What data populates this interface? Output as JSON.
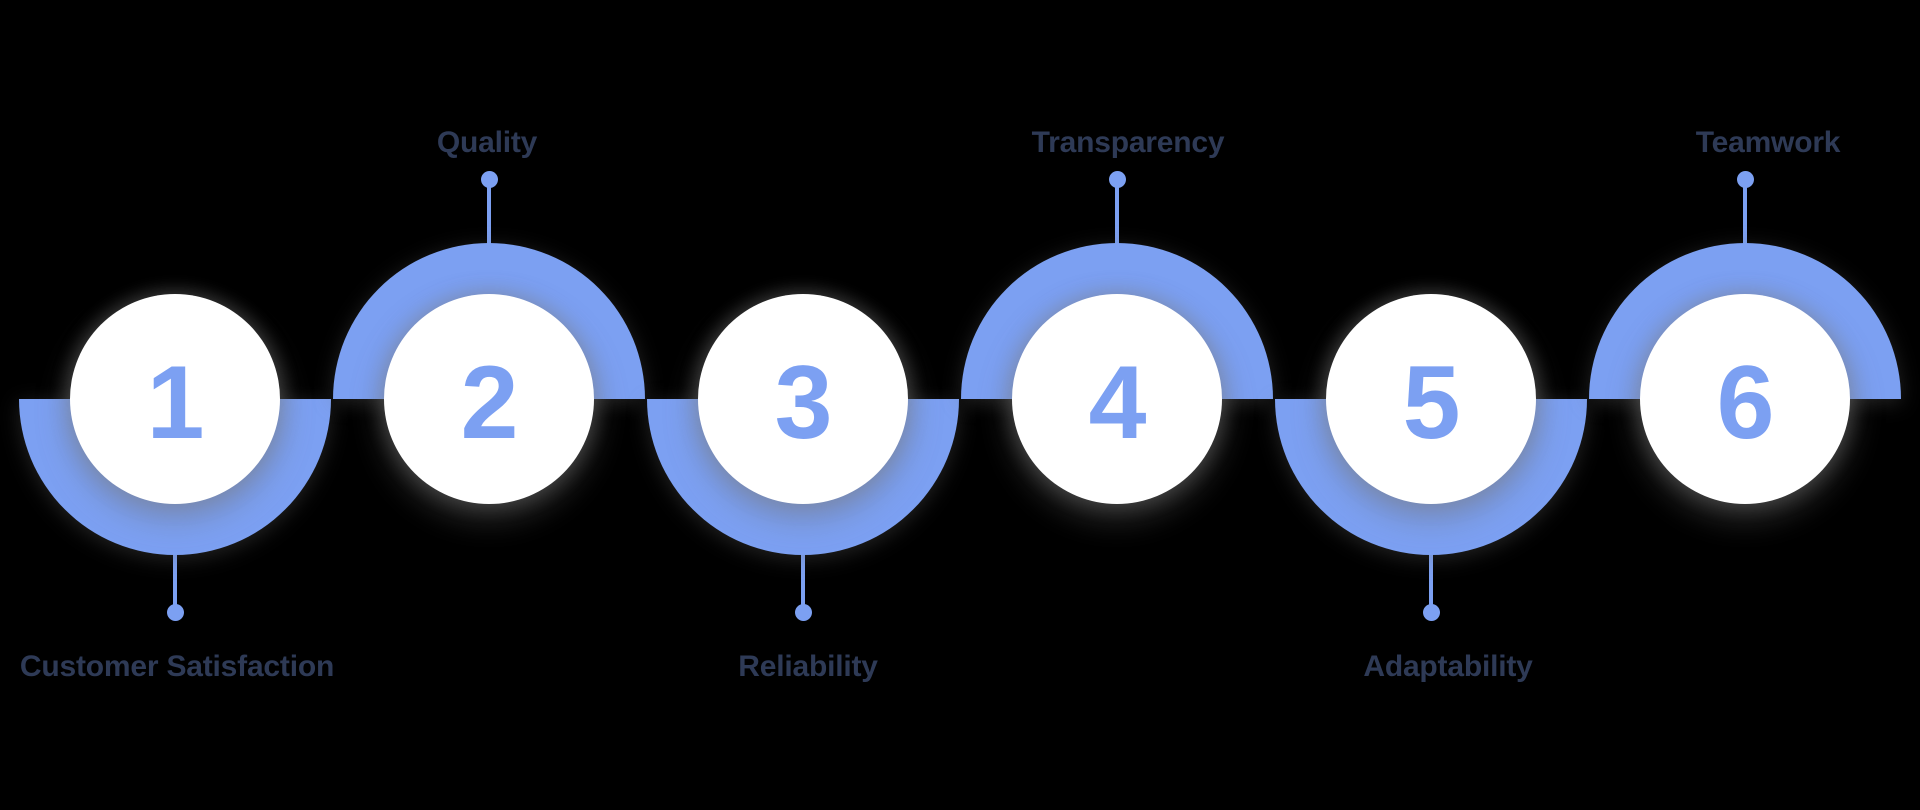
{
  "colors": {
    "accent_blue": "#7CA0F2",
    "label_text": "#2E3A56",
    "circle_fill": "#FFFFFF",
    "background": "#000000"
  },
  "items": [
    {
      "number": "1",
      "label": "Customer Satisfaction",
      "label_position": "below"
    },
    {
      "number": "2",
      "label": "Quality",
      "label_position": "above"
    },
    {
      "number": "3",
      "label": "Reliability",
      "label_position": "below"
    },
    {
      "number": "4",
      "label": "Transparency",
      "label_position": "above"
    },
    {
      "number": "5",
      "label": "Adaptability",
      "label_position": "below"
    },
    {
      "number": "6",
      "label": "Teamwork",
      "label_position": "above"
    }
  ]
}
